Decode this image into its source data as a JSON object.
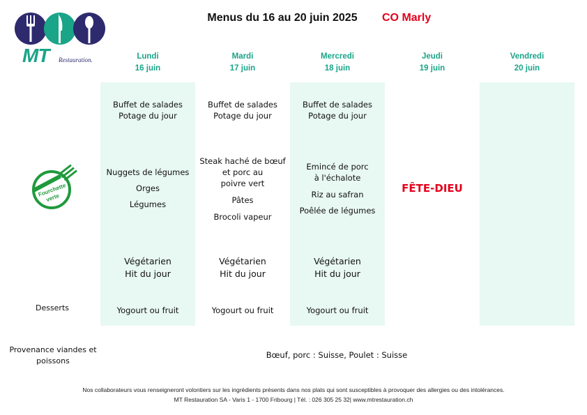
{
  "header": {
    "title": "Menus du 16 au 20 juin 2025",
    "site": "CO Marly"
  },
  "logo": {
    "text": "MT",
    "sub": "Restauration."
  },
  "badge": {
    "line1": "Fourchette",
    "line2": "verte"
  },
  "days": [
    {
      "name": "Lundi",
      "date": "16 juin"
    },
    {
      "name": "Mardi",
      "date": "17 juin"
    },
    {
      "name": "Mercredi",
      "date": "18 juin"
    },
    {
      "name": "Jeudi",
      "date": "19 juin"
    },
    {
      "name": "Vendredi",
      "date": "20 juin"
    }
  ],
  "starters": [
    [
      "Buffet de salades",
      "Potage du jour"
    ],
    [
      "Buffet de salades",
      "Potage du jour"
    ],
    [
      "Buffet de salades",
      "Potage du jour"
    ]
  ],
  "mains": {
    "mon": [
      "Nuggets de légumes",
      "Orges",
      "Légumes"
    ],
    "tue_a": [
      "Steak haché de bœuf",
      "et porc au",
      "poivre vert"
    ],
    "tue_b": [
      "Pâtes",
      "Brocoli vapeur"
    ],
    "wed_a": [
      "Emincé de porc",
      "à l'échalote"
    ],
    "wed_b": [
      "Riz au safran",
      "Poêlée de légumes"
    ]
  },
  "veg": [
    [
      "Végétarien",
      "Hit du jour"
    ],
    [
      "Végétarien",
      "Hit du jour"
    ],
    [
      "Végétarien",
      "Hit du jour"
    ]
  ],
  "desserts": {
    "label": "Desserts",
    "items": [
      "Yogourt ou fruit",
      "Yogourt ou fruit",
      "Yogourt ou fruit"
    ]
  },
  "holiday": "FÊTE-DIEU",
  "provenance": {
    "label1": "Provenance viandes et",
    "label2": "poissons",
    "value": "Bœuf, porc : Suisse, Poulet : Suisse"
  },
  "footer": {
    "line1": "Nos collaborateurs vous renseigneront volontiers sur les ingrédients présents dans nos plats qui sont  susceptibles à provoquer des allergies ou des intolérances.",
    "line2": "MT Restauration SA - Varis 1 - 1700 Fribourg | Tél. : 026 305 25 32| www.mtrestauration.ch"
  },
  "colors": {
    "accent": "#1aa488",
    "navy": "#2e2a6e",
    "red": "#e3001b",
    "column": "#e8f8f3"
  }
}
